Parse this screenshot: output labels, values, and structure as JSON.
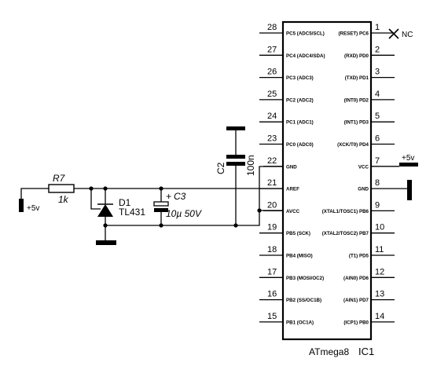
{
  "ic": {
    "name": "ATmega8",
    "ref": "IC1",
    "left_pins": [
      {
        "num": "28",
        "name": "PC5 (ADC5/SCL)"
      },
      {
        "num": "27",
        "name": "PC4 (ADC4/SDA)"
      },
      {
        "num": "26",
        "name": "PC3 (ADC3)"
      },
      {
        "num": "25",
        "name": "PC2 (ADC2)"
      },
      {
        "num": "24",
        "name": "PC1 (ADC1)"
      },
      {
        "num": "23",
        "name": "PC0 (ADC0)"
      },
      {
        "num": "22",
        "name": "GND"
      },
      {
        "num": "21",
        "name": "AREF"
      },
      {
        "num": "20",
        "name": "AVCC"
      },
      {
        "num": "19",
        "name": "PB5 (SCK)"
      },
      {
        "num": "18",
        "name": "PB4 (MISO)"
      },
      {
        "num": "17",
        "name": "PB3 (MOSI/OC2)"
      },
      {
        "num": "16",
        "name": "PB2 (SS/OC1B)"
      },
      {
        "num": "15",
        "name": "PB1 (OC1A)"
      }
    ],
    "right_pins": [
      {
        "num": "1",
        "name": "(RESET) PC6"
      },
      {
        "num": "2",
        "name": "(RXD) PD0"
      },
      {
        "num": "3",
        "name": "(TXD) PD1"
      },
      {
        "num": "4",
        "name": "(INT0) PD2"
      },
      {
        "num": "5",
        "name": "(INT1) PD3"
      },
      {
        "num": "6",
        "name": "(XCK/T0) PD4"
      },
      {
        "num": "7",
        "name": "VCC"
      },
      {
        "num": "8",
        "name": "GND"
      },
      {
        "num": "9",
        "name": "(XTAL1/TOSC1) PB6"
      },
      {
        "num": "10",
        "name": "(XTAL2/TOSC2) PB7"
      },
      {
        "num": "11",
        "name": "(T1) PD5"
      },
      {
        "num": "12",
        "name": "(AIN0) PD6"
      },
      {
        "num": "13",
        "name": "(AIN1) PD7"
      },
      {
        "num": "14",
        "name": "(ICP1) PB0"
      }
    ]
  },
  "labels": {
    "nc": "NC",
    "vcc_supply": "+5v",
    "input_supply": "+5v",
    "r7_ref": "R7",
    "r7_value": "1k",
    "d1_ref": "D1",
    "d1_value": "TL431",
    "c3_ref": "C3",
    "c3_plus": "+",
    "c3_value": "10µ 50V",
    "c2_ref": "C2",
    "c2_value": "100n"
  }
}
